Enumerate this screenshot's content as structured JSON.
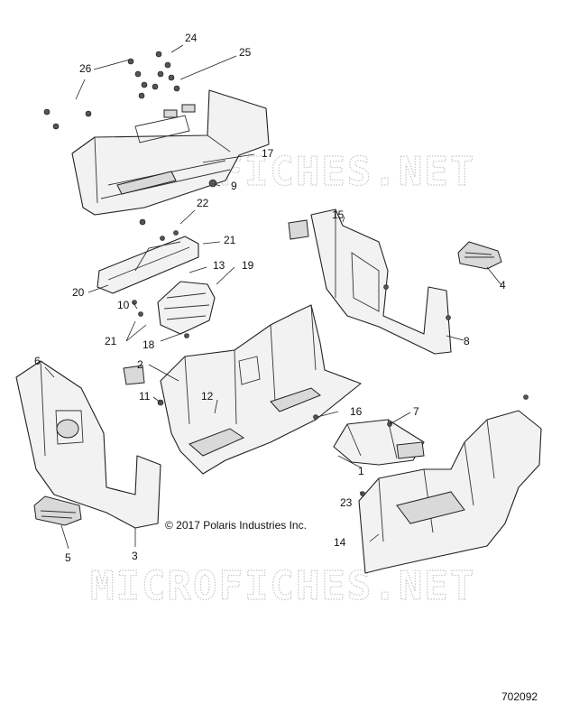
{
  "watermark": {
    "top": "MICROFICHES.NET",
    "bottom": "MICROFICHES.NET"
  },
  "copyright": "© 2017 Polaris Industries Inc.",
  "figure_number": "702092",
  "callouts": [
    {
      "id": "1",
      "label": "1"
    },
    {
      "id": "2",
      "label": "2"
    },
    {
      "id": "3",
      "label": "3"
    },
    {
      "id": "4",
      "label": "4"
    },
    {
      "id": "5",
      "label": "5"
    },
    {
      "id": "6",
      "label": "6"
    },
    {
      "id": "7",
      "label": "7"
    },
    {
      "id": "8",
      "label": "8"
    },
    {
      "id": "9",
      "label": "9"
    },
    {
      "id": "10",
      "label": "10"
    },
    {
      "id": "11",
      "label": "11"
    },
    {
      "id": "12",
      "label": "12"
    },
    {
      "id": "13",
      "label": "13"
    },
    {
      "id": "14",
      "label": "14"
    },
    {
      "id": "15",
      "label": "15"
    },
    {
      "id": "16",
      "label": "16"
    },
    {
      "id": "17",
      "label": "17"
    },
    {
      "id": "18",
      "label": "18"
    },
    {
      "id": "19",
      "label": "19"
    },
    {
      "id": "20",
      "label": "20"
    },
    {
      "id": "21a",
      "label": "21"
    },
    {
      "id": "21b",
      "label": "21"
    },
    {
      "id": "22",
      "label": "22"
    },
    {
      "id": "23",
      "label": "23"
    },
    {
      "id": "24",
      "label": "24"
    },
    {
      "id": "25",
      "label": "25"
    },
    {
      "id": "26",
      "label": "26"
    }
  ]
}
